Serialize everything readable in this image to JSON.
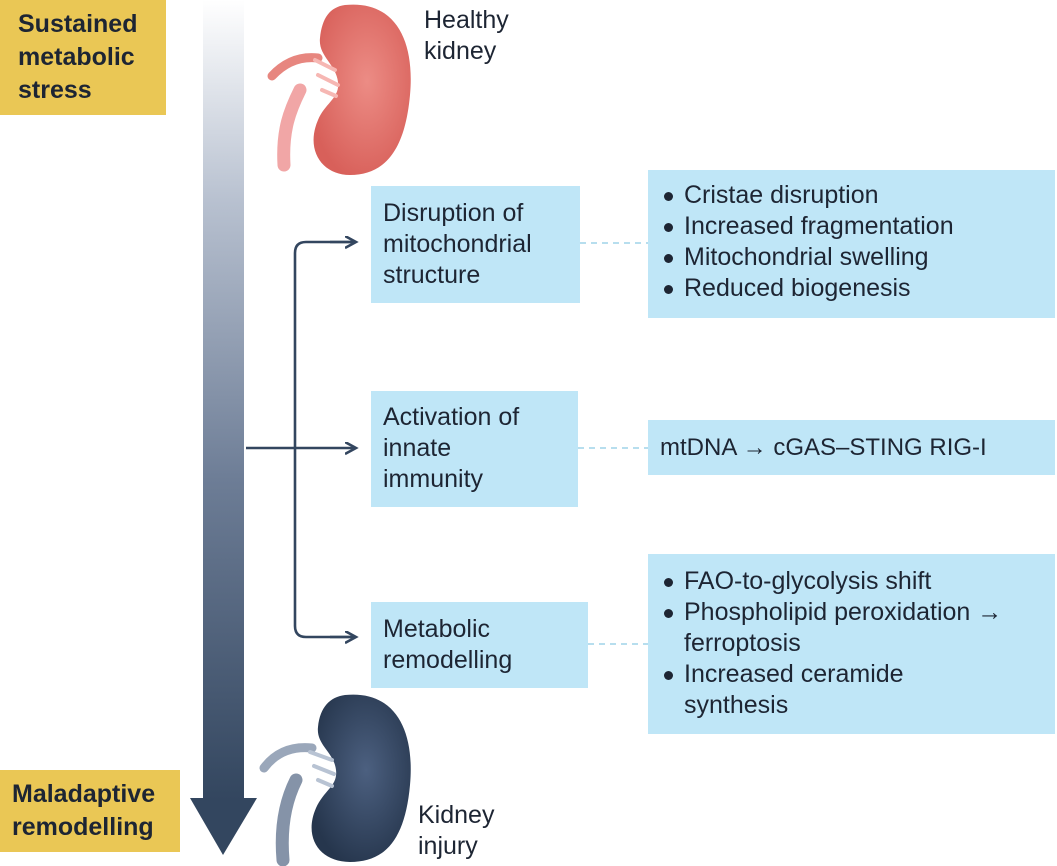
{
  "stages": {
    "start": [
      "Sustained",
      "metabolic",
      "stress"
    ],
    "end": [
      "Maladaptive",
      "remodelling"
    ]
  },
  "kidneys": {
    "healthy": [
      "Healthy",
      "kidney"
    ],
    "injured": [
      "Kidney",
      "injury"
    ]
  },
  "processes": [
    {
      "name": [
        "Disruption of",
        "mitochondrial",
        "structure"
      ],
      "details": [
        [
          "Cristae disruption"
        ],
        [
          "Increased fragmentation"
        ],
        [
          "Mitochondrial swelling"
        ],
        [
          "Reduced biogenesis"
        ]
      ]
    },
    {
      "name": [
        "Activation of",
        "innate",
        "immunity"
      ],
      "detail_text": "mtDNA → cGAS–STING RIG-I"
    },
    {
      "name": [
        "Metabolic",
        "remodelling"
      ],
      "details": [
        [
          "FAO-to-glycolysis shift"
        ],
        [
          "Phospholipid peroxidation →",
          "ferroptosis"
        ],
        [
          "Increased ceramide",
          "synthesis"
        ]
      ]
    }
  ],
  "colors": {
    "stage_label": "#eac755",
    "box_fill": "#bfe6f7",
    "arrow_dark": "#33465f",
    "healthy_kidney": "#e5746d",
    "injured_kidney": "#2e3f58"
  }
}
